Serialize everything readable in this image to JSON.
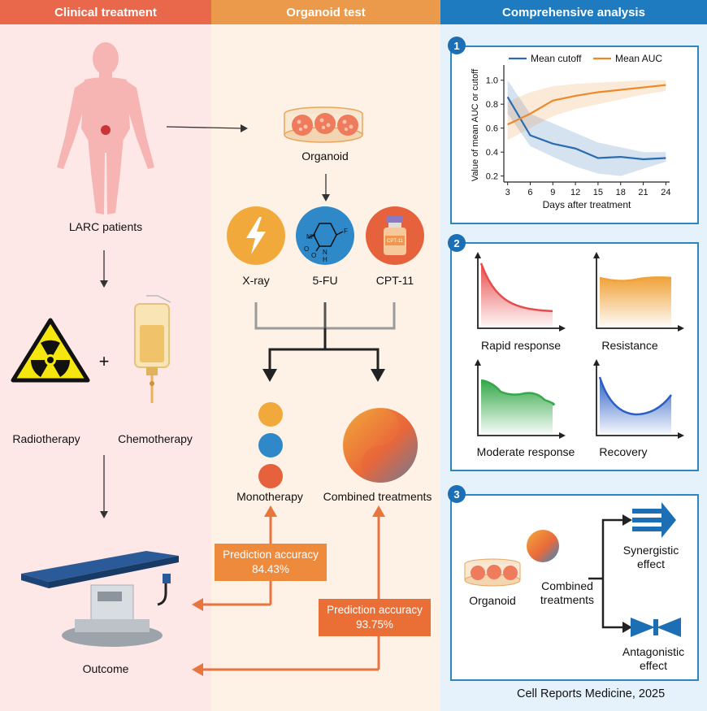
{
  "headers": {
    "clinical": "Clinical treatment",
    "organoid": "Organoid test",
    "analysis": "Comprehensive analysis"
  },
  "clinical": {
    "patients_label": "LARC patients",
    "radiotherapy_label": "Radiotherapy",
    "chemotherapy_label": "Chemotherapy",
    "plus": "+",
    "outcome_label": "Outcome"
  },
  "organoid": {
    "organoid_label": "Organoid",
    "drugs": [
      {
        "label": "X-ray",
        "color": "#f2a93b"
      },
      {
        "label": "5-FU",
        "color": "#2f88c8"
      },
      {
        "label": "CPT-11",
        "color": "#e5623d"
      }
    ],
    "fu_atoms": {
      "nh": "NH",
      "h": "H",
      "n": "N",
      "f": "F",
      "o1": "O",
      "o2": "O"
    },
    "vial_label": "CPT-11",
    "monotherapy_label": "Monotherapy",
    "combined_label": "Combined treatments",
    "accuracy_mono": {
      "title": "Prediction accuracy",
      "value": "84.43%"
    },
    "accuracy_combined": {
      "title": "Prediction accuracy",
      "value": "93.75%"
    }
  },
  "panels": {
    "p1": {
      "number": "1"
    },
    "p2": {
      "number": "2",
      "patterns": [
        {
          "label": "Rapid response",
          "color": "#e94b4b"
        },
        {
          "label": "Resistance",
          "color": "#f0a23a"
        },
        {
          "label": "Moderate response",
          "color": "#35a84a"
        },
        {
          "label": "Recovery",
          "color": "#2c5fc4"
        }
      ]
    },
    "p3": {
      "number": "3",
      "organoid_label": "Organoid",
      "combined_label_1": "Combined",
      "combined_label_2": "treatments",
      "synergistic_1": "Synergistic",
      "synergistic_2": "effect",
      "antagonistic_1": "Antagonistic",
      "antagonistic_2": "effect"
    }
  },
  "citation": "Cell Reports Medicine, 2025",
  "chart_data": {
    "type": "line",
    "x": [
      3,
      6,
      9,
      12,
      15,
      18,
      21,
      24
    ],
    "xlabel": "Days after treatment",
    "ylabel": "Value of mean AUC or cutoff",
    "xlim": [
      2.5,
      24.5
    ],
    "ylim": [
      0.15,
      1.1
    ],
    "xticks": [
      3,
      6,
      9,
      12,
      15,
      18,
      21,
      24
    ],
    "yticks": [
      0.2,
      0.4,
      0.6,
      0.8,
      1.0
    ],
    "ytick_labels": [
      "0.2",
      "0.4",
      "0.6",
      "0.8",
      "1.0"
    ],
    "legend_position": "top",
    "series": [
      {
        "name": "Mean cutoff",
        "color": "#2b6cb0",
        "values": [
          0.86,
          0.54,
          0.47,
          0.43,
          0.35,
          0.36,
          0.34,
          0.35
        ],
        "lower": [
          0.72,
          0.45,
          0.36,
          0.28,
          0.22,
          0.2,
          0.26,
          0.32
        ],
        "upper": [
          1.0,
          0.72,
          0.64,
          0.56,
          0.48,
          0.44,
          0.4,
          0.4
        ]
      },
      {
        "name": "Mean AUC",
        "color": "#ec8a2b",
        "values": [
          0.63,
          0.72,
          0.83,
          0.87,
          0.9,
          0.92,
          0.94,
          0.96
        ],
        "lower": [
          0.5,
          0.6,
          0.7,
          0.76,
          0.8,
          0.84,
          0.88,
          0.91
        ],
        "upper": [
          0.82,
          0.9,
          0.95,
          0.97,
          0.98,
          0.99,
          1.0,
          1.0
        ]
      }
    ]
  }
}
